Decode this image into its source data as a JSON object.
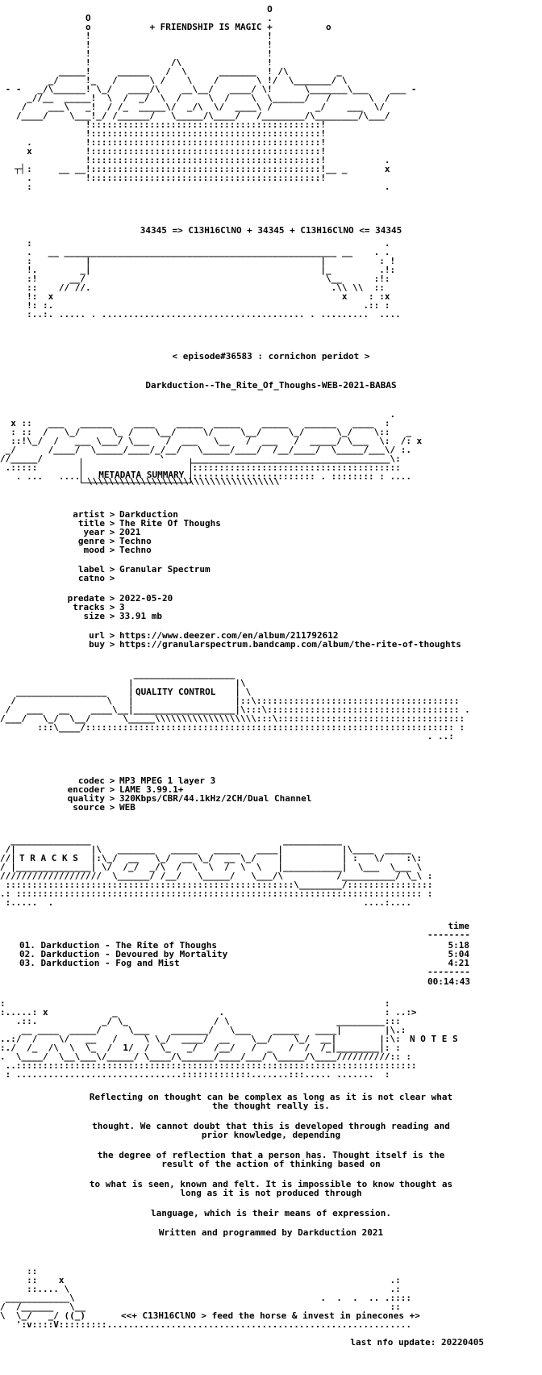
{
  "header": {
    "banner": "+ FRIENDSHIP IS MAGIC +",
    "formula": "34345 => C13H16ClNO + 34345 + C13H16ClNO <= 34345",
    "episode": "< episode#36583 : cornichon peridot >",
    "release_name": "Darkduction--The_Rite_Of_Thoughs-WEB-2021-BABAS"
  },
  "sections": {
    "metadata": "METADATA SUMMARY",
    "quality": "QUALITY CONTROL",
    "tracks": "T R A C K S",
    "notes": "N O T E S"
  },
  "metadata": [
    {
      "key": "artist",
      "value": "Darkduction"
    },
    {
      "key": "title",
      "value": "The Rite Of Thoughs"
    },
    {
      "key": "year",
      "value": "2021"
    },
    {
      "key": "genre",
      "value": "Techno"
    },
    {
      "key": "mood",
      "value": "Techno"
    },
    {
      "key": "label",
      "value": "Granular Spectrum"
    },
    {
      "key": "catno",
      "value": ""
    },
    {
      "key": "predate",
      "value": "2022-05-20"
    },
    {
      "key": "tracks",
      "value": "3"
    },
    {
      "key": "size",
      "value": "33.91 mb"
    },
    {
      "key": "url",
      "value": "https://www.deezer.com/en/album/211792612"
    },
    {
      "key": "buy",
      "value": "https://granularspectrum.bandcamp.com/album/the-rite-of-thoughts"
    }
  ],
  "quality": [
    {
      "key": "codec",
      "value": "MP3 MPEG 1 layer 3"
    },
    {
      "key": "encoder",
      "value": "LAME 3.99.1+"
    },
    {
      "key": "quality",
      "value": "320Kbps/CBR/44.1kHz/2CH/Dual Channel"
    },
    {
      "key": "source",
      "value": "WEB"
    }
  ],
  "tracklist": {
    "time_header": "time",
    "rule": "--------",
    "rows": [
      {
        "title": "01. Darkduction - The Rite of Thoughs",
        "time": "5:18"
      },
      {
        "title": "02. Darkduction - Devoured by Mortality",
        "time": "5:04"
      },
      {
        "title": "03. Darkduction - Fog and Mist",
        "time": "4:21"
      }
    ],
    "total": "00:14:43"
  },
  "notes": [
    "Reflecting on thought can be complex as long as it is not clear what\nthe thought really is.",
    "thought. We cannot doubt that this is developed through reading and\nprior knowledge, depending",
    "the degree of reflection that a person has. Thought itself is the\nresult of the action of thinking based on",
    "to what is seen, known and felt. It is impossible to know thought as\nlong as it is not produced through",
    "language, which is their means of expression.",
    "Written and programmed by Darkduction 2021"
  ],
  "footer": {
    "tagline": "<<+ C13H16ClNO > feed the horse & invest in pinecones +>",
    "last_update": "last nfo update: 20220405"
  }
}
